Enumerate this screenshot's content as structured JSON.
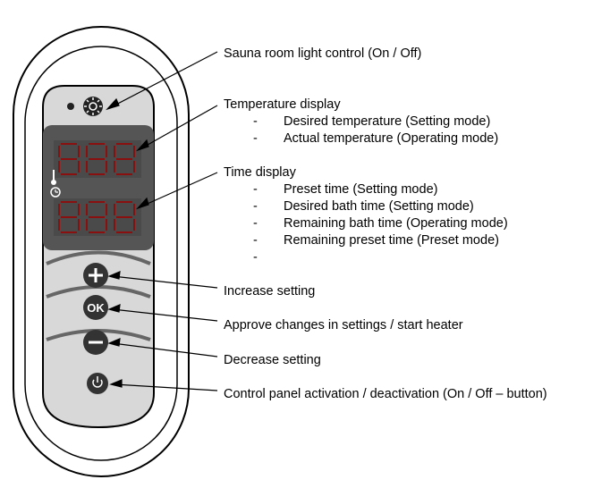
{
  "callouts": {
    "light": "Sauna room light control  (On / Off)",
    "temp_title": "Temperature display",
    "temp_items": [
      "Desired temperature (Setting mode)",
      "Actual temperature (Operating mode)"
    ],
    "time_title": "Time display",
    "time_items": [
      "Preset time (Setting mode)",
      "Desired bath time (Setting mode)",
      "Remaining bath time (Operating mode)",
      "Remaining preset time (Preset mode)",
      ""
    ],
    "increase": "Increase setting",
    "approve": "Approve changes in settings / start heater",
    "decrease": "Decrease setting",
    "power": "Control panel activation / deactivation (On / Off – button)"
  },
  "bullet": "-",
  "buttons": {
    "ok_label": "OK"
  },
  "icons": [
    "light-icon",
    "thermometer-icon",
    "clock-icon",
    "plus-icon",
    "ok-icon",
    "minus-icon",
    "power-icon"
  ],
  "colors": {
    "panel_gray": "#d8d8d8",
    "display_dark": "#555555",
    "button_dark": "#333333",
    "segment_red": "#8a1010"
  }
}
